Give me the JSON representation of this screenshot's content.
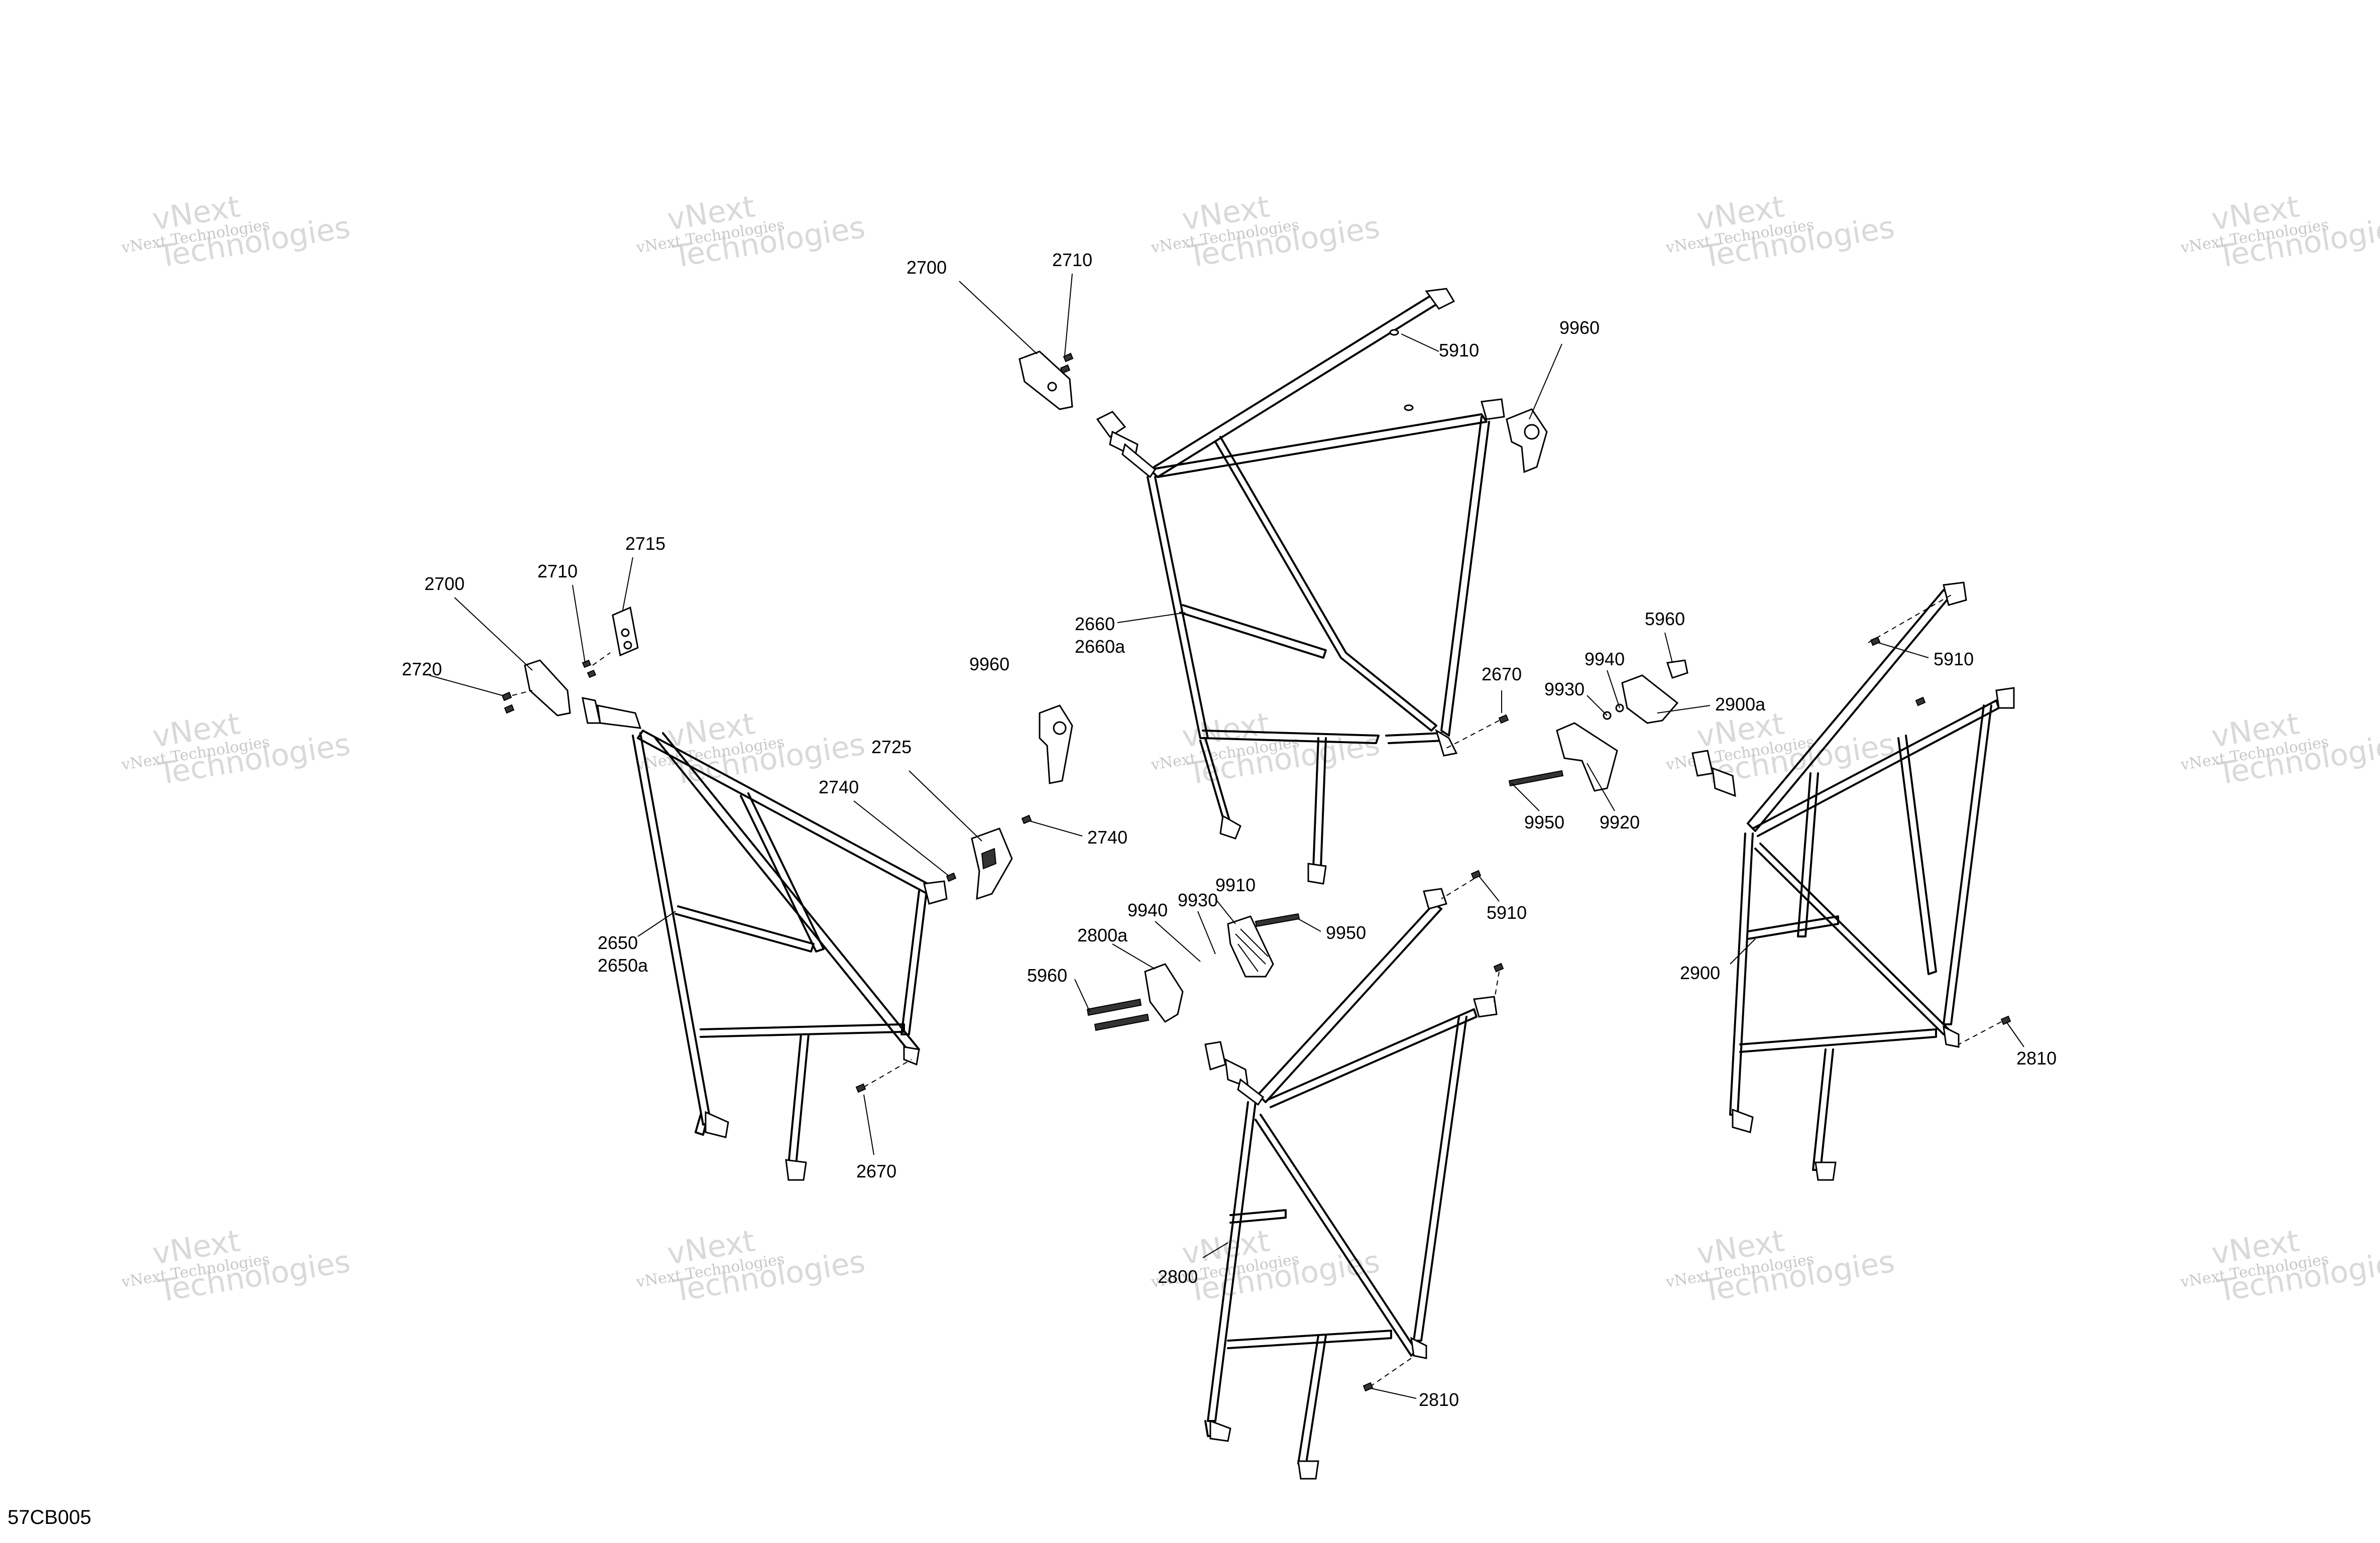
{
  "drawing_code": "57CB005",
  "watermark": {
    "line1": "vNext Technologies",
    "line2": "vNext",
    "line3": "Technologies"
  },
  "callouts": {
    "c2700_top": "2700",
    "c2710_top": "2710",
    "c5910_top": "5910",
    "c9960_top": "9960",
    "c2660": "2660",
    "c2660a": "2660a",
    "c2670_top": "2670",
    "c2715": "2715",
    "c2710_left": "2710",
    "c2700_left": "2700",
    "c2720": "2720",
    "c9960_mid": "9960",
    "c2725": "2725",
    "c2740_a": "2740",
    "c2740_b": "2740",
    "c2650": "2650",
    "c2650a": "2650a",
    "c2670_bot": "2670",
    "c5960_right": "5960",
    "c9940_right": "9940",
    "c9930_right": "9930",
    "c2900a": "2900a",
    "c9950_right": "9950",
    "c9920": "9920",
    "c5910_right": "5910",
    "c2900": "2900",
    "c2810_right": "2810",
    "c9910": "9910",
    "c9940_mid": "9940",
    "c9930_mid": "9930",
    "c2800a": "2800a",
    "c9950_mid": "9950",
    "c5960_mid": "5960",
    "c5910_mid": "5910",
    "c2800": "2800",
    "c2810_bot": "2810"
  }
}
